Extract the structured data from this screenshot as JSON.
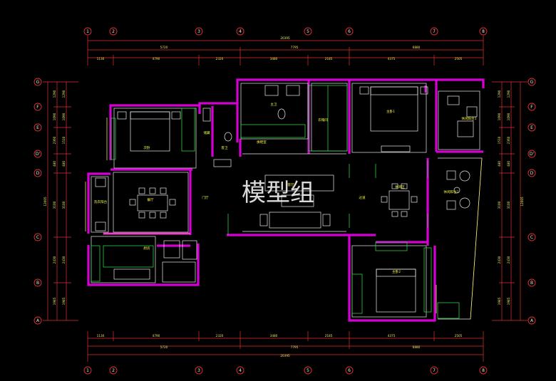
{
  "grid": {
    "columns": [
      "1",
      "2",
      "3",
      "4",
      "5",
      "6",
      "7",
      "8"
    ],
    "rows": [
      "G",
      "F",
      "E",
      "D'",
      "D",
      "C",
      "B",
      "A"
    ]
  },
  "dimensions": {
    "top_total": "20395",
    "top_mid": [
      "5720",
      "7795",
      "6880"
    ],
    "top_detail": [
      "1130",
      "4790",
      "2320",
      "3480",
      "2185",
      "4375",
      "2505"
    ],
    "bottom_detail": [
      "1130",
      "4790",
      "2320",
      "3480",
      "2185",
      "4375",
      "2505"
    ],
    "bottom_mid": [
      "5720",
      "7795",
      "6880"
    ],
    "bottom_total": "20395",
    "left_outer": [
      "1290",
      "1090",
      "2360",
      "480",
      "3100",
      "2430",
      "1985"
    ],
    "left_inner": [
      "1290",
      "1090",
      "1510",
      "480",
      "3100",
      "2430",
      "1985"
    ],
    "left_total": "12005",
    "right_outer": [
      "1290",
      "1090",
      "2360",
      "480",
      "3100",
      "2430",
      "1985"
    ],
    "right_inner": [
      "1290",
      "1090",
      "1510",
      "480",
      "3100",
      "2430",
      "1985"
    ],
    "right_total": "12005"
  },
  "rooms": {
    "second_bedroom": "次卧",
    "master_bath": "主卫",
    "cloakroom": "衣帽间",
    "master_bedroom": "主卧1",
    "leisure_balcony_1": "休闲阳台1",
    "guest_bath": "客卫",
    "changing_room": "换鞋室",
    "laundry_balcony": "洗衣阳台",
    "dining_room": "餐厅",
    "foyer": "门厅",
    "living_room": "客厅",
    "corridor": "过道",
    "leisure_area": "休闲区",
    "leisure_balcony_2": "休闲阳台2",
    "kitchen": "厨房",
    "bedroom_2": "主卧2",
    "storage": "储藏"
  },
  "watermark": "模型组",
  "colors": {
    "background": "#000000",
    "wall": "#d400d4",
    "axis": "#e23030",
    "label": "#f2f245",
    "furniture": "#e8e8e8",
    "fixture": "#2ecc40"
  }
}
